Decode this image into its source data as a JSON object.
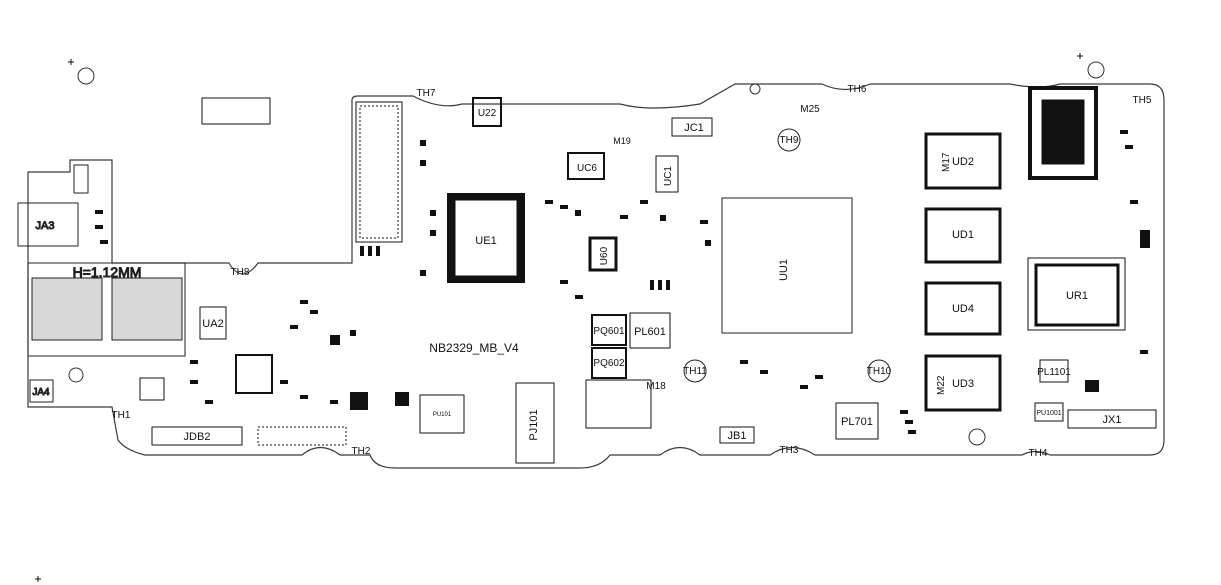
{
  "diagram": {
    "title": "NB2329_MB_V4",
    "colors": {
      "outline": "#3a3a3a",
      "component": "#111111",
      "lightline": "#9a9a9a",
      "background": "#ffffff"
    },
    "thermal_points": [
      "TH1",
      "TH2",
      "TH3",
      "TH4",
      "TH5",
      "TH6",
      "TH7",
      "TH8",
      "TH9",
      "TH10",
      "TH11"
    ],
    "connectors": {
      "ja3": "JA3",
      "ja4": "JA4",
      "jdb2": "JDB2",
      "jc1": "JC1",
      "jx1": "JX1",
      "jb1": "JB1",
      "pj101": "PJ101"
    },
    "chips": {
      "ue1": "UE1",
      "uu1": "UU1",
      "ud1": "UD1",
      "ud2": "UD2",
      "ud3": "UD3",
      "ud4": "UD4",
      "ur1": "UR1",
      "ua2": "UA2",
      "uc6": "UC6",
      "u22": "U22",
      "uc1": "UC1",
      "u60": "U60",
      "pl701": "PL701",
      "pl601": "PL601",
      "pq601": "PQ601",
      "pq602": "PQ602",
      "pl1101": "PL1101"
    },
    "misc_labels": {
      "m17": "M17",
      "m18": "M18",
      "m19": "M19",
      "m22": "M22",
      "m25": "M25",
      "h_label": "H=1.12MM",
      "pu101": "PU101",
      "pu1001": "PU1001"
    }
  }
}
